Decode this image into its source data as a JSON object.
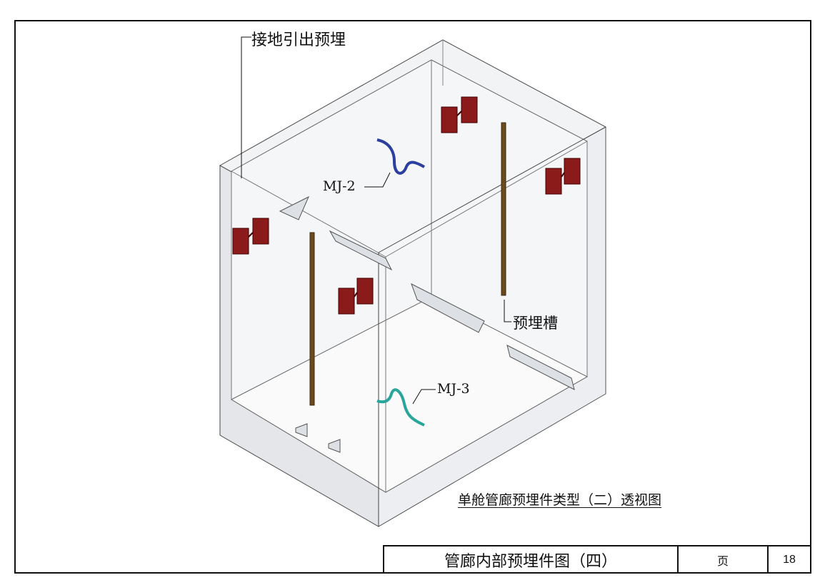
{
  "callouts": {
    "ground_lead": "接地引出预埋",
    "mj2": "MJ-2",
    "slot": "预埋槽",
    "mj3": "MJ-3"
  },
  "caption": "单舱管廊预埋件类型（二）透视图",
  "title_block": {
    "title": "管廊内部预埋件图（四）",
    "page_label": "页",
    "page_number": "18"
  },
  "colors": {
    "plate": "#8b1a1a",
    "channel": "#6b4a1c",
    "mj2_bar": "#2b3f9e",
    "mj3_bar": "#2aa59a"
  }
}
